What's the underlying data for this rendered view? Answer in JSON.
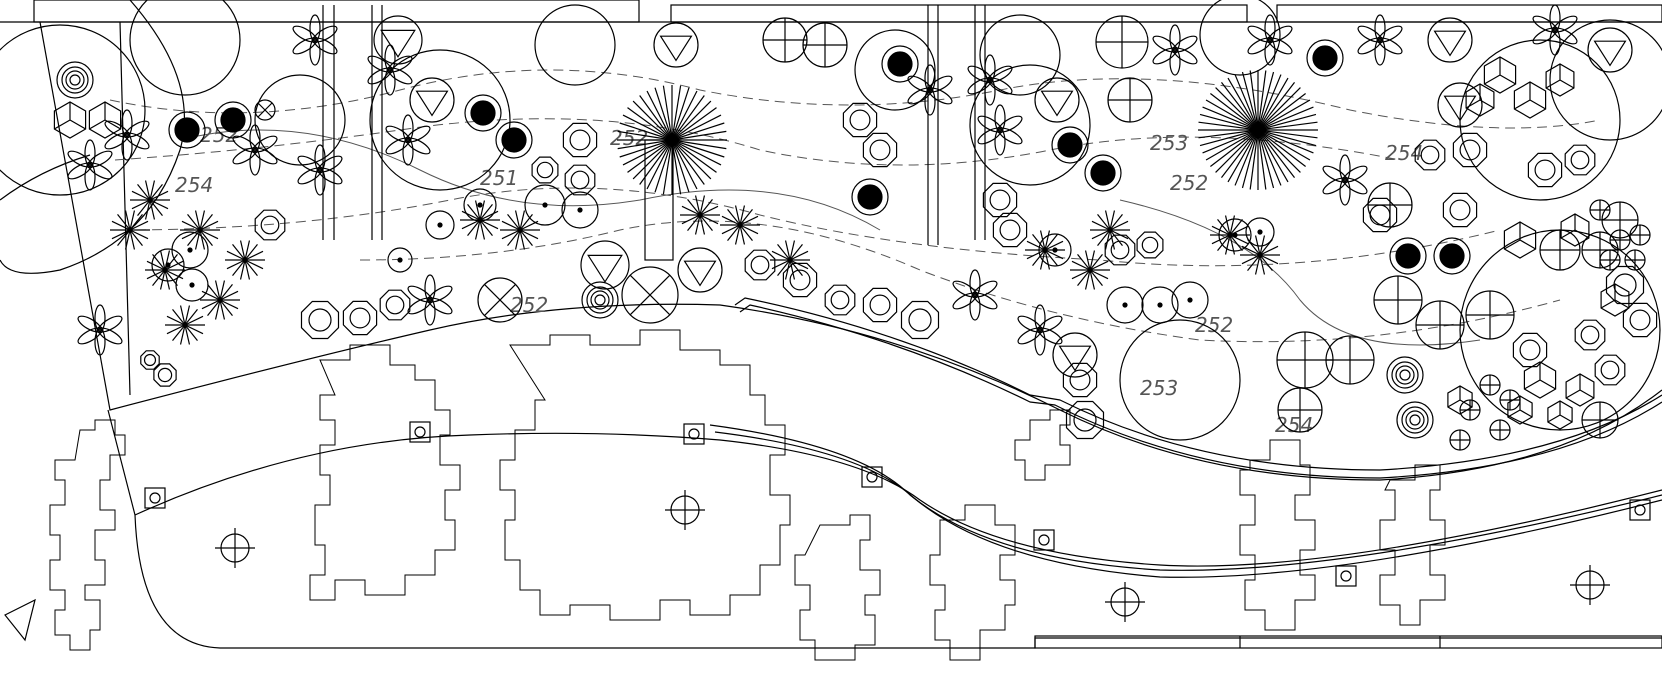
{
  "drawing": {
    "line_color": "#000000",
    "contour_color": "#555555",
    "background": "#ffffff"
  },
  "contour_labels": [
    "252",
    "252",
    "251",
    "254",
    "252",
    "253",
    "252",
    "252",
    "253",
    "254",
    "254"
  ],
  "symbols": {
    "dark_tree_icon": "filled-circle",
    "starburst_icon": "radial-lines",
    "cloud_outline_icon": "stepped-outline",
    "target_icon": "concentric-circles",
    "shrub_icon": "octagon-cluster",
    "crosshair_icon": "circle-cross"
  }
}
